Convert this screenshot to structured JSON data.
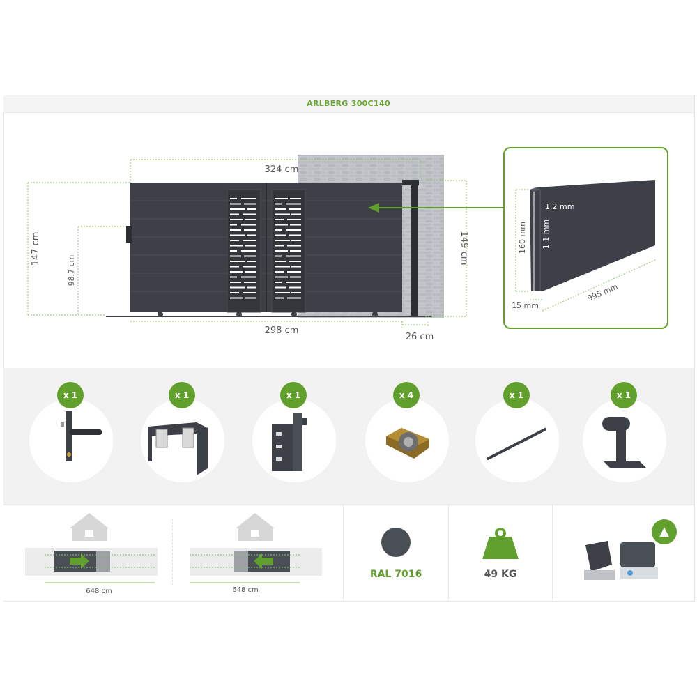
{
  "title": "ARLBERG 300C140",
  "dimensions": {
    "total_width": "324 cm",
    "gate_width": "298 cm",
    "post_width": "26 cm",
    "height_left": "147 cm",
    "height_right": "149 cm",
    "handle_height": "98.7 cm"
  },
  "profile": {
    "wall_outer": "1,2 mm",
    "wall_inner": "1,1 mm",
    "height": "160 mm",
    "depth": "15 mm",
    "length": "995 mm"
  },
  "accessories": [
    {
      "qty": "x 1",
      "icon": "handle-lock-icon"
    },
    {
      "qty": "x 1",
      "icon": "guide-roller-icon"
    },
    {
      "qty": "x 1",
      "icon": "latch-bracket-icon"
    },
    {
      "qty": "x 4",
      "icon": "wheel-icon"
    },
    {
      "qty": "x 1",
      "icon": "rail-icon"
    },
    {
      "qty": "x 1",
      "icon": "end-stop-icon"
    }
  ],
  "opening": [
    {
      "width": "648 cm",
      "direction": "right"
    },
    {
      "width": "648 cm",
      "direction": "left"
    }
  ],
  "color": {
    "label": "RAL 7016",
    "hex": "#4a4f55"
  },
  "weight": {
    "label": "49 KG"
  },
  "colors": {
    "accent": "#62a02e",
    "gate": "#3d4147"
  }
}
